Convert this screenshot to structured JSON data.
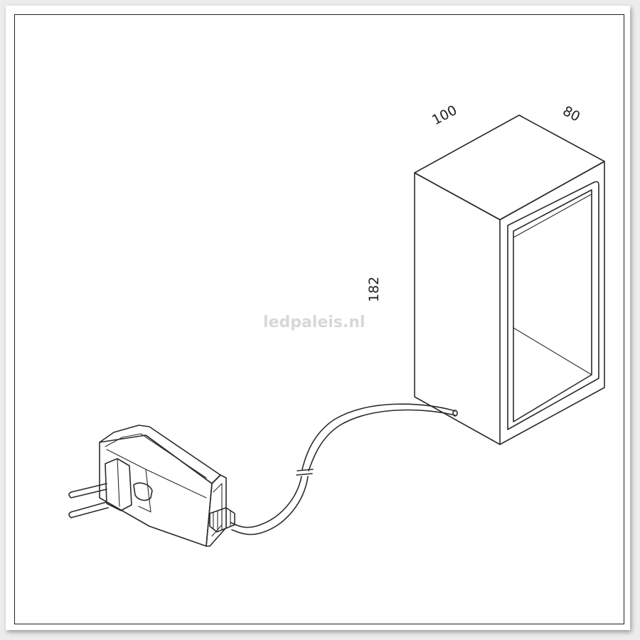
{
  "dimensions": {
    "width": "100",
    "depth": "80",
    "height": "182"
  },
  "watermark": "ledpaleis.nl",
  "colors": {
    "line": "#2a2a2a",
    "background": "#ffffff",
    "watermark": "#d8d8d8"
  }
}
